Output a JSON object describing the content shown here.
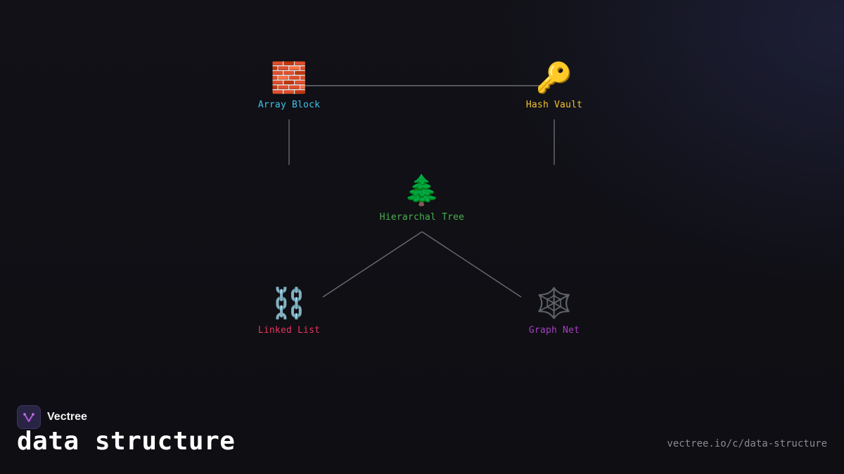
{
  "brand": {
    "name": "Vectree",
    "title": "data structure",
    "url": "vectree.io/c/data-structure"
  },
  "nodes": [
    {
      "id": "array",
      "label": "Array Block",
      "icon": "🧱",
      "icon_name": "brick-icon",
      "color": "#3fc3e8"
    },
    {
      "id": "hash",
      "label": "Hash Vault",
      "icon": "🔑",
      "icon_name": "key-icon",
      "color": "#f2c12e"
    },
    {
      "id": "tree",
      "label": "Hierarchal Tree",
      "icon": "🌲",
      "icon_name": "tree-icon",
      "color": "#4caf50"
    },
    {
      "id": "list",
      "label": "Linked List",
      "icon": "⛓️",
      "icon_name": "chain-icon",
      "color": "#e8355e"
    },
    {
      "id": "graph",
      "label": "Graph Net",
      "icon": "🕸️",
      "icon_name": "web-icon",
      "color": "#a83fc0"
    }
  ],
  "edges": [
    {
      "from": "array",
      "to": "hash"
    },
    {
      "from": "array",
      "to": "tree"
    },
    {
      "from": "hash",
      "to": "tree"
    },
    {
      "from": "tree",
      "to": "list"
    },
    {
      "from": "tree",
      "to": "graph"
    }
  ]
}
